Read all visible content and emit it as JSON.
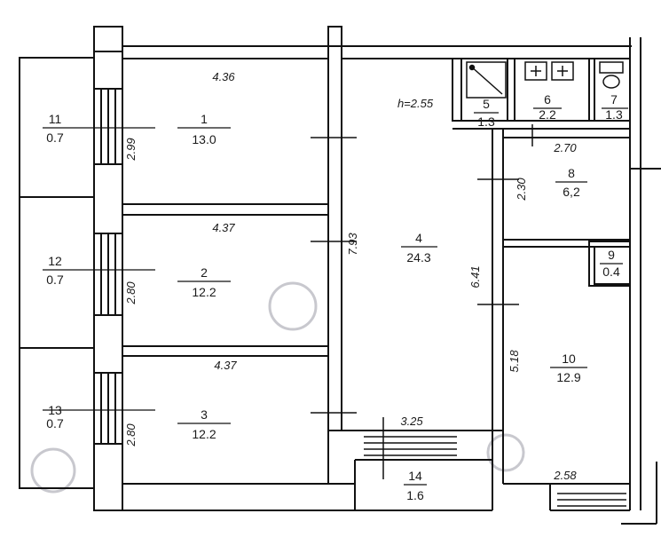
{
  "plan": {
    "ceiling_height": "h=2.55",
    "rooms": [
      {
        "id": "room-1",
        "number": "1",
        "area": "13.0"
      },
      {
        "id": "room-2",
        "number": "2",
        "area": "12.2"
      },
      {
        "id": "room-3",
        "number": "3",
        "area": "12.2"
      },
      {
        "id": "room-4",
        "number": "4",
        "area": "24.3"
      },
      {
        "id": "room-5",
        "number": "5",
        "area": "1.3"
      },
      {
        "id": "room-6",
        "number": "6",
        "area": "2.2"
      },
      {
        "id": "room-7",
        "number": "7",
        "area": "1.3"
      },
      {
        "id": "room-8",
        "number": "8",
        "area": "6,2"
      },
      {
        "id": "room-9",
        "number": "9",
        "area": "0.4"
      },
      {
        "id": "room-10",
        "number": "10",
        "area": "12.9"
      },
      {
        "id": "room-11",
        "number": "11",
        "area": "0.7"
      },
      {
        "id": "room-12",
        "number": "12",
        "area": "0.7"
      },
      {
        "id": "room-13",
        "number": "13",
        "area": "0.7"
      },
      {
        "id": "room-14",
        "number": "14",
        "area": "1.6"
      }
    ],
    "dimensions": [
      {
        "id": "dim-room1-width",
        "value": "4.36"
      },
      {
        "id": "dim-room1-depth",
        "value": "2.99"
      },
      {
        "id": "dim-room2-width",
        "value": "4.37"
      },
      {
        "id": "dim-room2-depth",
        "value": "2.80"
      },
      {
        "id": "dim-room3-width",
        "value": "4.37"
      },
      {
        "id": "dim-room3-depth",
        "value": "2.80"
      },
      {
        "id": "dim-room4-depth-a",
        "value": "7.93"
      },
      {
        "id": "dim-room4-depth-b",
        "value": "6.41"
      },
      {
        "id": "dim-room4-width",
        "value": "3.25"
      },
      {
        "id": "dim-room8-width",
        "value": "2.70"
      },
      {
        "id": "dim-room8-depth",
        "value": "2.30"
      },
      {
        "id": "dim-room10-depth",
        "value": "5.18"
      },
      {
        "id": "dim-room10-width",
        "value": "2.58"
      }
    ]
  }
}
